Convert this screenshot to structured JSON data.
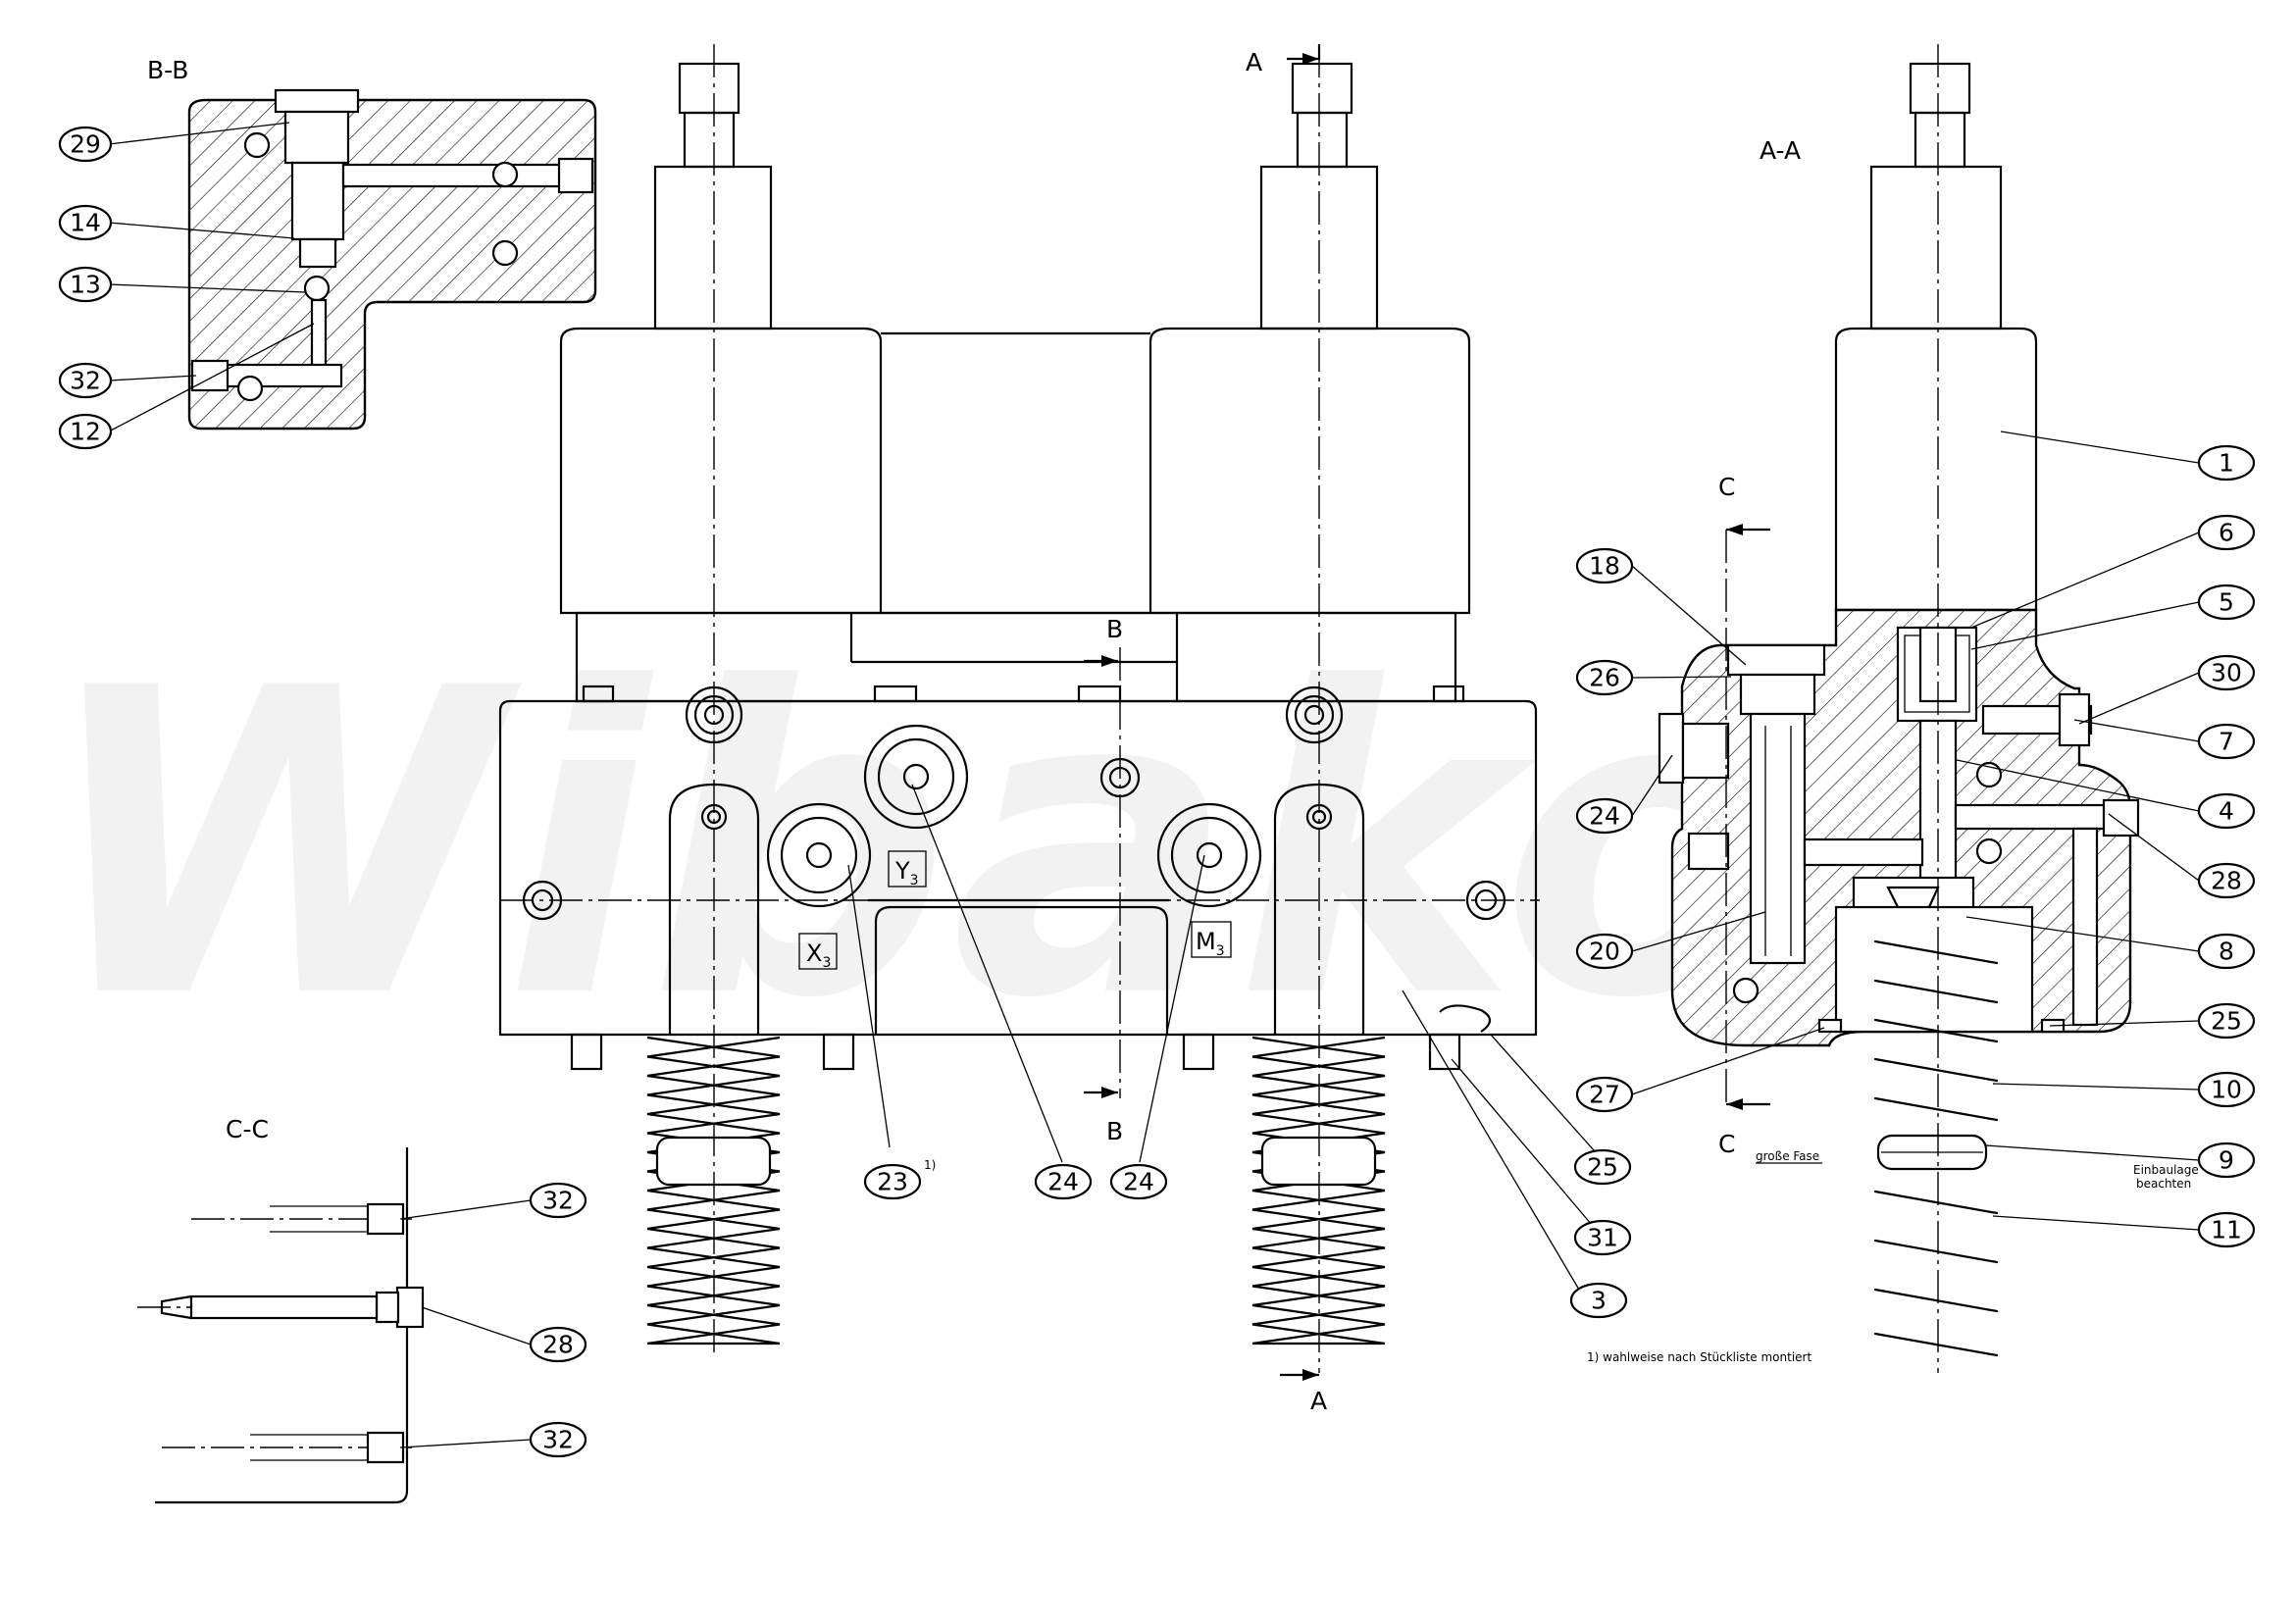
{
  "watermark": "Wibako",
  "views": {
    "bb": "B-B",
    "aa": "A-A",
    "cc": "C-C"
  },
  "section_markers": {
    "a_top": "A",
    "a_bottom": "A",
    "b_top": "B",
    "b_bottom": "B",
    "c_top": "C",
    "c_bottom": "C"
  },
  "ports": {
    "x": "X",
    "y": "Y",
    "m": "M",
    "sub": "3"
  },
  "balloons": {
    "bb": [
      "29",
      "14",
      "13",
      "32",
      "12"
    ],
    "cc": [
      "32",
      "28",
      "32"
    ],
    "front": [
      "23",
      "24",
      "24",
      "25",
      "31",
      "3"
    ],
    "aa_right": [
      "1",
      "6",
      "5",
      "30",
      "7",
      "4",
      "28",
      "8",
      "25",
      "10",
      "9",
      "11"
    ],
    "aa_left": [
      "18",
      "26",
      "24",
      "20",
      "27"
    ]
  },
  "footnote_marker": "1)",
  "notes": {
    "chamfer": "große Fase",
    "install_1": "Einbaulage",
    "install_2": "beachten",
    "footnote": "1) wahlweise nach Stückliste montiert"
  }
}
